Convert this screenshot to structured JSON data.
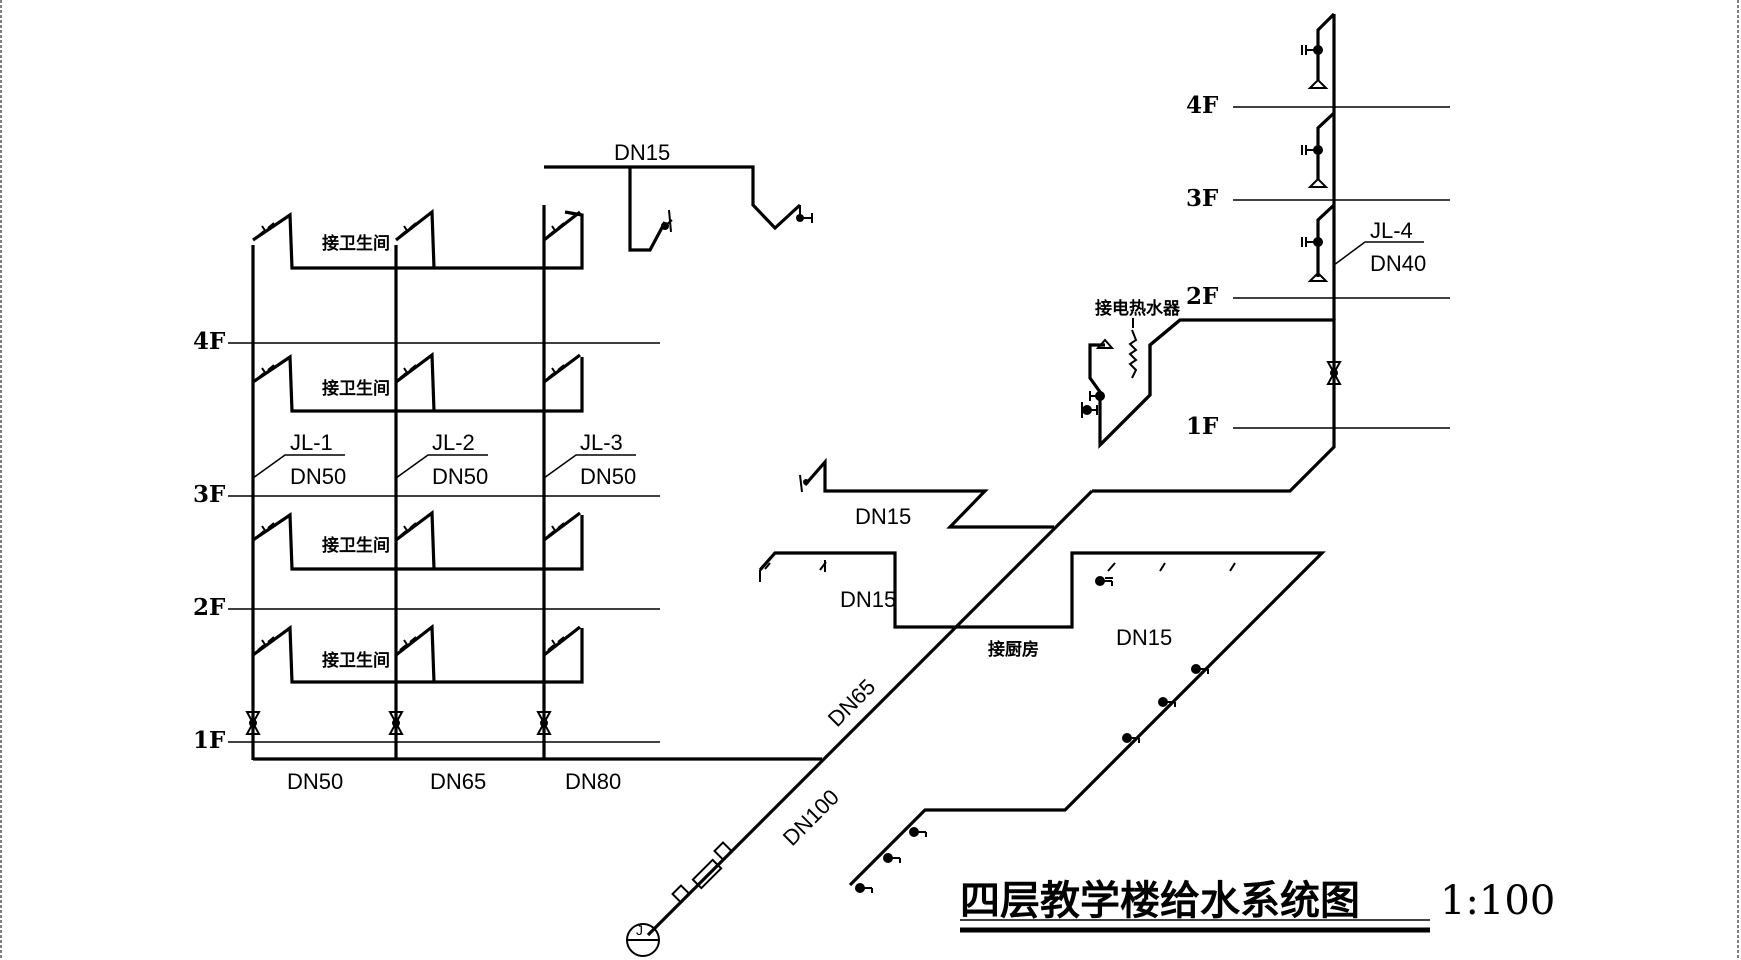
{
  "title": "四层教学楼给水系统图",
  "scale": "1:100",
  "floors": {
    "f1": "1F",
    "f2": "2F",
    "f3": "3F",
    "f4": "4F"
  },
  "risers": {
    "jl1": {
      "name": "JL-1",
      "size": "DN50"
    },
    "jl2": {
      "name": "JL-2",
      "size": "DN50"
    },
    "jl3": {
      "name": "JL-3",
      "size": "DN50"
    },
    "jl4": {
      "name": "JL-4",
      "size": "DN40"
    }
  },
  "pipe_sizes": {
    "main_top": "DN15",
    "bottom_jl1": "DN50",
    "bottom_jl2": "DN65",
    "bottom_jl3": "DN80",
    "branch_upper": "DN15",
    "branch_mid": "DN15",
    "branch_kitchen": "DN15",
    "diagonal_mid": "DN65",
    "diagonal_low": "DN100"
  },
  "labels": {
    "toilet": "接卫生间",
    "kitchen": "接厨房",
    "heater": "接电热水器",
    "inlet": "J"
  },
  "colors": {
    "line": "#000000",
    "background": "#ffffff",
    "frame": "#555555"
  }
}
